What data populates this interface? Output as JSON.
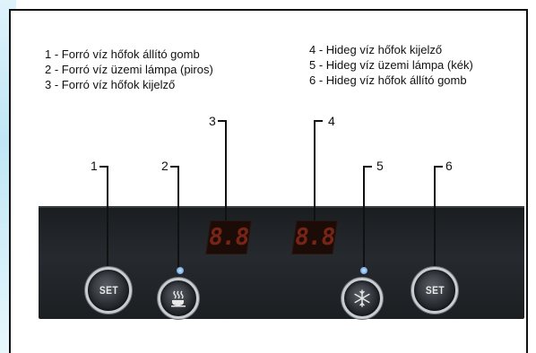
{
  "legend": {
    "left": [
      "1 - Forró víz hőfok állító gomb",
      "2 - Forró víz üzemi lámpa (piros)",
      "3 - Forró víz hőfok kijelző"
    ],
    "right": [
      "4 - Hideg víz hőfok kijelző",
      "5 - Hideg víz üzemi lámpa (kék)",
      "6 - Hideg víz hőfok állító gomb"
    ]
  },
  "callouts": [
    "1",
    "2",
    "3",
    "4",
    "5",
    "6"
  ],
  "displays": {
    "hot": "8.8",
    "cold": "8.8"
  },
  "buttons": {
    "hot_set": "SET",
    "cold_set": "SET"
  },
  "icons": {
    "hot_lamp": "coffee-cup-icon",
    "cold_lamp": "snowflake-icon"
  },
  "colors": {
    "panel": "#222529",
    "display_digits": "#7a2416",
    "lamp_blue": "#6fa6e0"
  }
}
